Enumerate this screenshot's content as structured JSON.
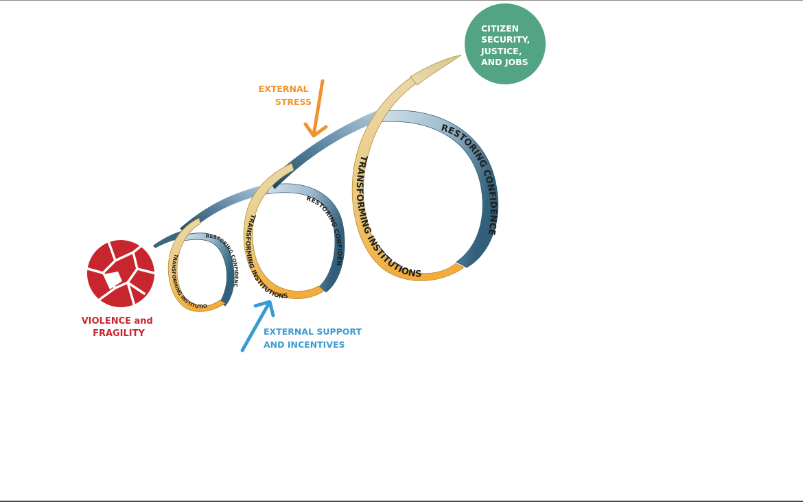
{
  "goal": {
    "lines": [
      "CITIZEN",
      "SECURITY,",
      "JUSTICE,",
      "AND JOBS"
    ],
    "color": "#52a484"
  },
  "origin": {
    "lines": [
      "VIOLENCE and",
      "FRAGILITY"
    ],
    "color": "#c8262f"
  },
  "external_stress": {
    "lines": [
      "EXTERNAL",
      "STRESS"
    ],
    "color": "#f0932d"
  },
  "external_support": {
    "lines": [
      "EXTERNAL SUPPORT",
      "AND INCENTIVES"
    ],
    "color": "#3b9bd1"
  },
  "loops": [
    {
      "front_label": "TRANSFORMING INSTITUTIONS",
      "back_label": "RESTORING CONFIDENCE"
    },
    {
      "front_label": "TRANSFORMING INSTITUTIONS",
      "back_label": "RESTORING CONFIDENCE"
    },
    {
      "front_label": "TRANSFORMING INSTITUTIONS",
      "back_label": "RESTORING CONFIDENCE"
    }
  ],
  "colors": {
    "confidence_light": "#c9d9e5",
    "confidence_dark": "#36657f",
    "institutions_light": "#e8deb1",
    "institutions_dark": "#f1b04a"
  }
}
